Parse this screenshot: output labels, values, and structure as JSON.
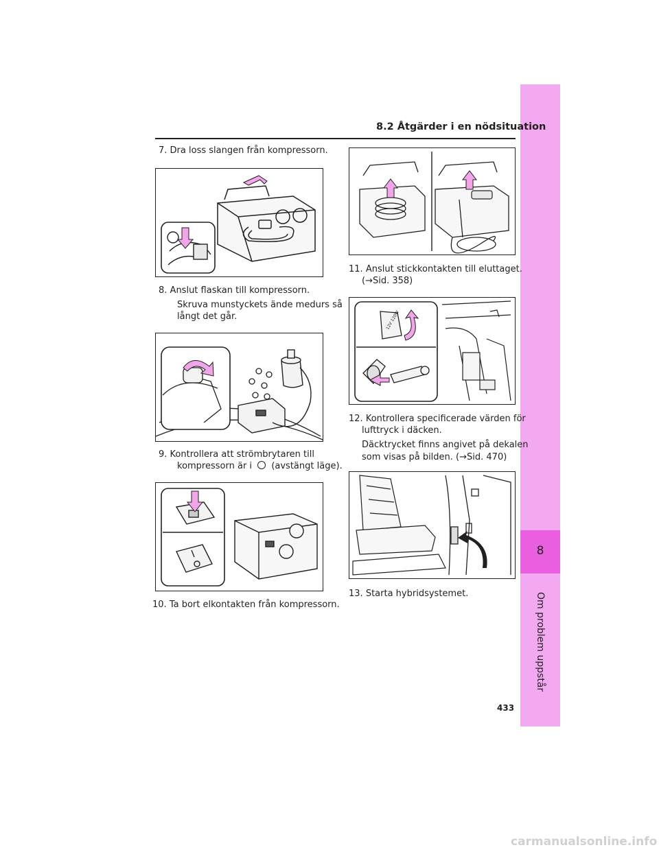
{
  "header": {
    "title": "8.2  Åtgärder i en nödsituation"
  },
  "sidebar": {
    "chapter_number": "8",
    "chapter_title": "Om problem uppstår"
  },
  "steps": {
    "s7": {
      "num": "7.",
      "text": "Dra loss slangen från kompressorn."
    },
    "s8": {
      "num": "8.",
      "text": "Anslut flaskan till kompressorn.",
      "detail_1": "Skruva munstyckets ände medurs så",
      "detail_2": "långt det går."
    },
    "s9": {
      "num": "9.",
      "text": "Kontrollera att strömbrytaren till",
      "text_2a": "kompressorn är i",
      "text_2b": "(avstängt läge)."
    },
    "s10": {
      "num": "10.",
      "text": "Ta bort elkontakten från kompressorn."
    },
    "s11": {
      "num": "11.",
      "text": "Anslut stickkontakten till eluttaget.",
      "ref": "(→Sid. 358)"
    },
    "s12": {
      "num": "12.",
      "text": "Kontrollera specificerade värden för",
      "text_2": "lufttryck i däcken.",
      "detail_1": "Däcktrycket finns angivet på dekalen",
      "detail_2": "som visas på bilden. (→Sid. 470)"
    },
    "s13": {
      "num": "13.",
      "text": "Starta hybridsystemet."
    }
  },
  "page_number": "433",
  "watermark": "carmanualsonline.info",
  "colors": {
    "accent_light": "#f3a9f2",
    "accent_dark": "#e95fe0",
    "arrow_pink": "#f0a6e8",
    "text": "#231f20"
  },
  "figures": {
    "hose": {
      "icons": [
        "compressor-icon",
        "hose-icon",
        "arrow-icon"
      ]
    },
    "bottle": {
      "icons": [
        "bottle-icon",
        "compressor-icon",
        "rotate-arrow-icon"
      ]
    },
    "switch": {
      "icons": [
        "switch-icon",
        "compressor-icon",
        "arrow-down-icon"
      ]
    },
    "plug": {
      "icons": [
        "plug-icon",
        "compressor-icon",
        "arrow-up-icon"
      ]
    },
    "socket": {
      "icons": [
        "power-socket-icon",
        "console-icon",
        "arrow-icon"
      ],
      "cap_label": "12V 120W"
    },
    "label": {
      "icons": [
        "car-seat-icon",
        "door-pillar-icon",
        "arrow-icon"
      ]
    }
  }
}
